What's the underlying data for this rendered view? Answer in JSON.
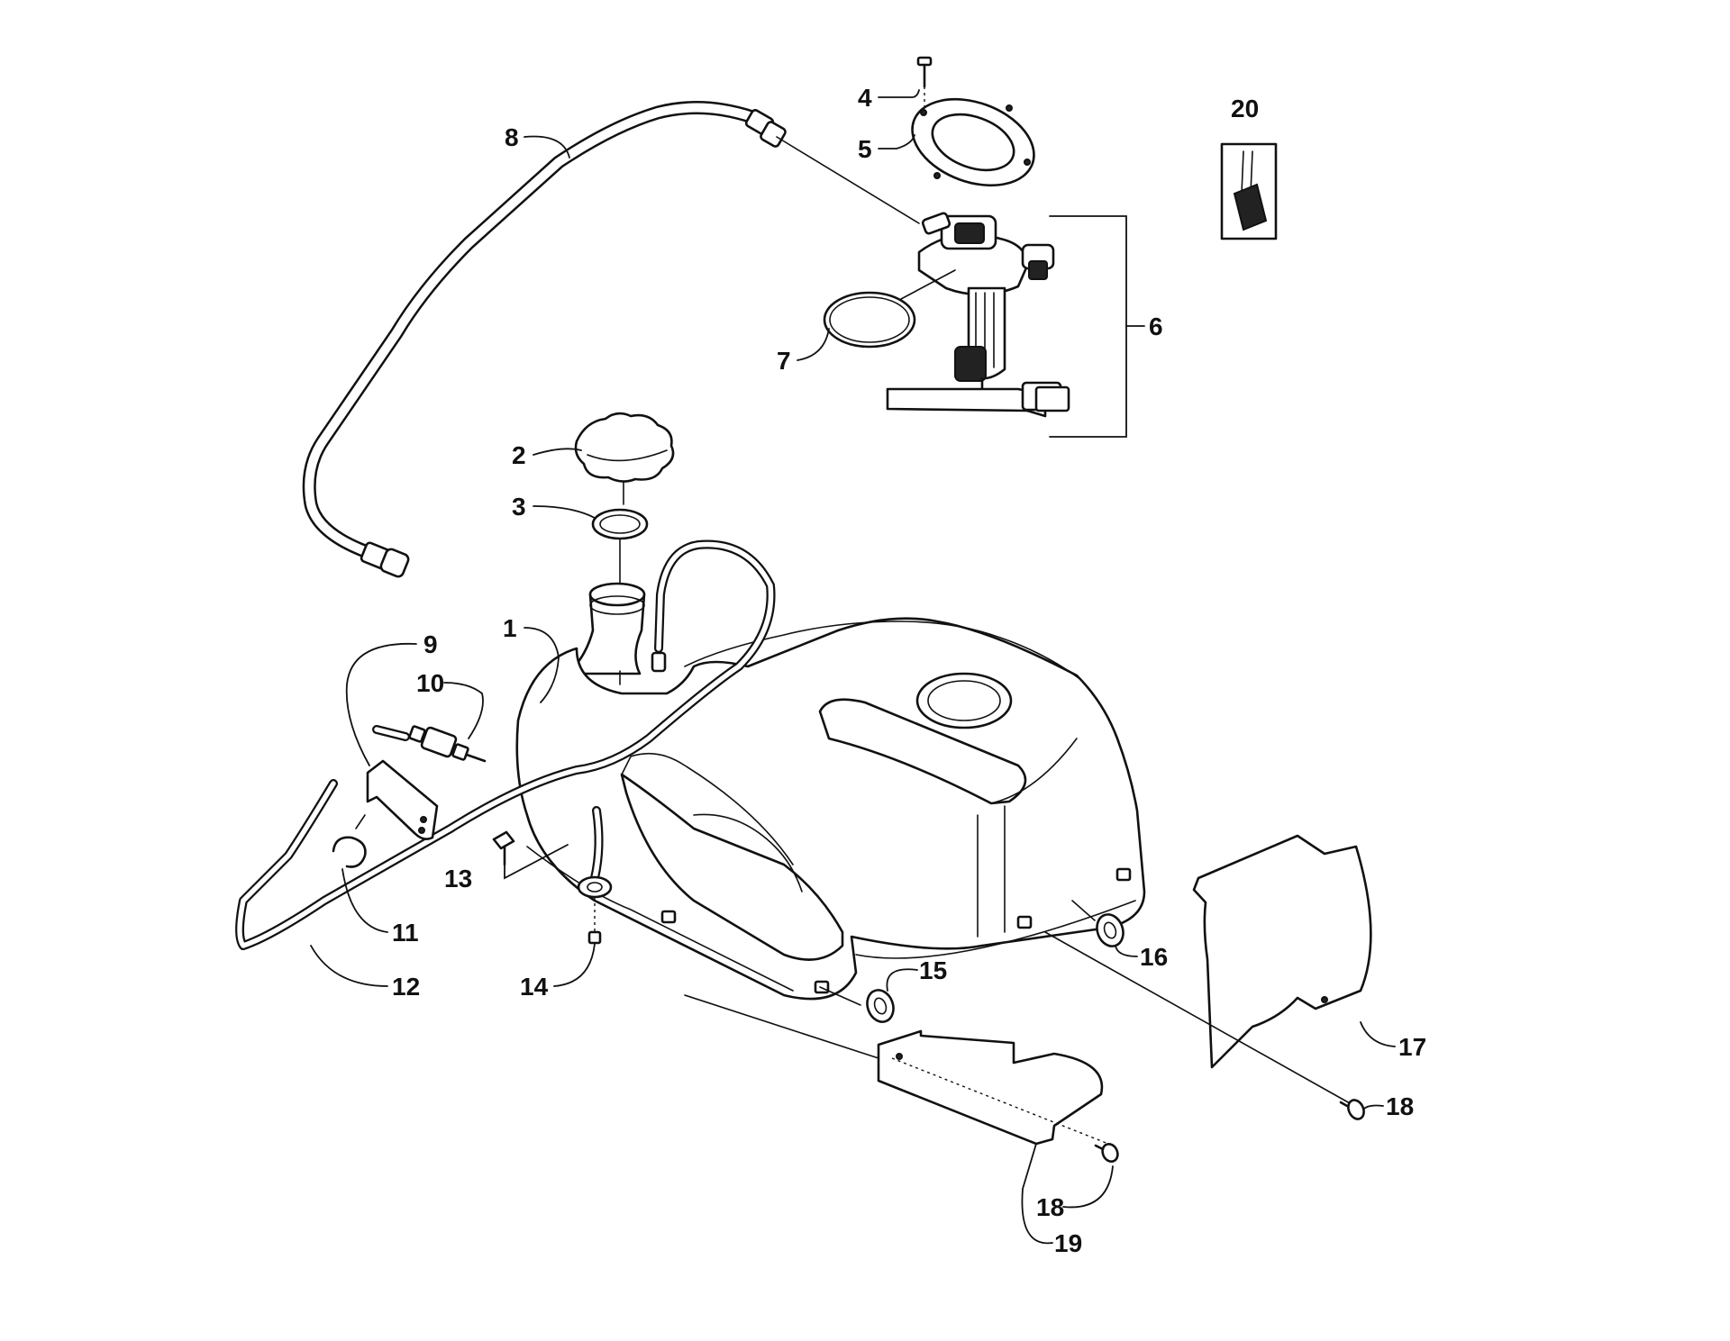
{
  "callouts": [
    {
      "id": "1",
      "label": "1"
    },
    {
      "id": "2",
      "label": "2"
    },
    {
      "id": "3",
      "label": "3"
    },
    {
      "id": "4",
      "label": "4"
    },
    {
      "id": "5",
      "label": "5"
    },
    {
      "id": "6",
      "label": "6"
    },
    {
      "id": "7",
      "label": "7"
    },
    {
      "id": "8",
      "label": "8"
    },
    {
      "id": "9",
      "label": "9"
    },
    {
      "id": "10",
      "label": "10"
    },
    {
      "id": "11",
      "label": "11"
    },
    {
      "id": "12",
      "label": "12"
    },
    {
      "id": "13",
      "label": "13"
    },
    {
      "id": "14",
      "label": "14"
    },
    {
      "id": "15",
      "label": "15"
    },
    {
      "id": "16",
      "label": "16"
    },
    {
      "id": "17",
      "label": "17"
    },
    {
      "id": "18a",
      "label": "18"
    },
    {
      "id": "18b",
      "label": "18"
    },
    {
      "id": "19",
      "label": "19"
    },
    {
      "id": "20",
      "label": "20"
    }
  ],
  "colors": {
    "line": "#111111",
    "background": "#ffffff"
  }
}
